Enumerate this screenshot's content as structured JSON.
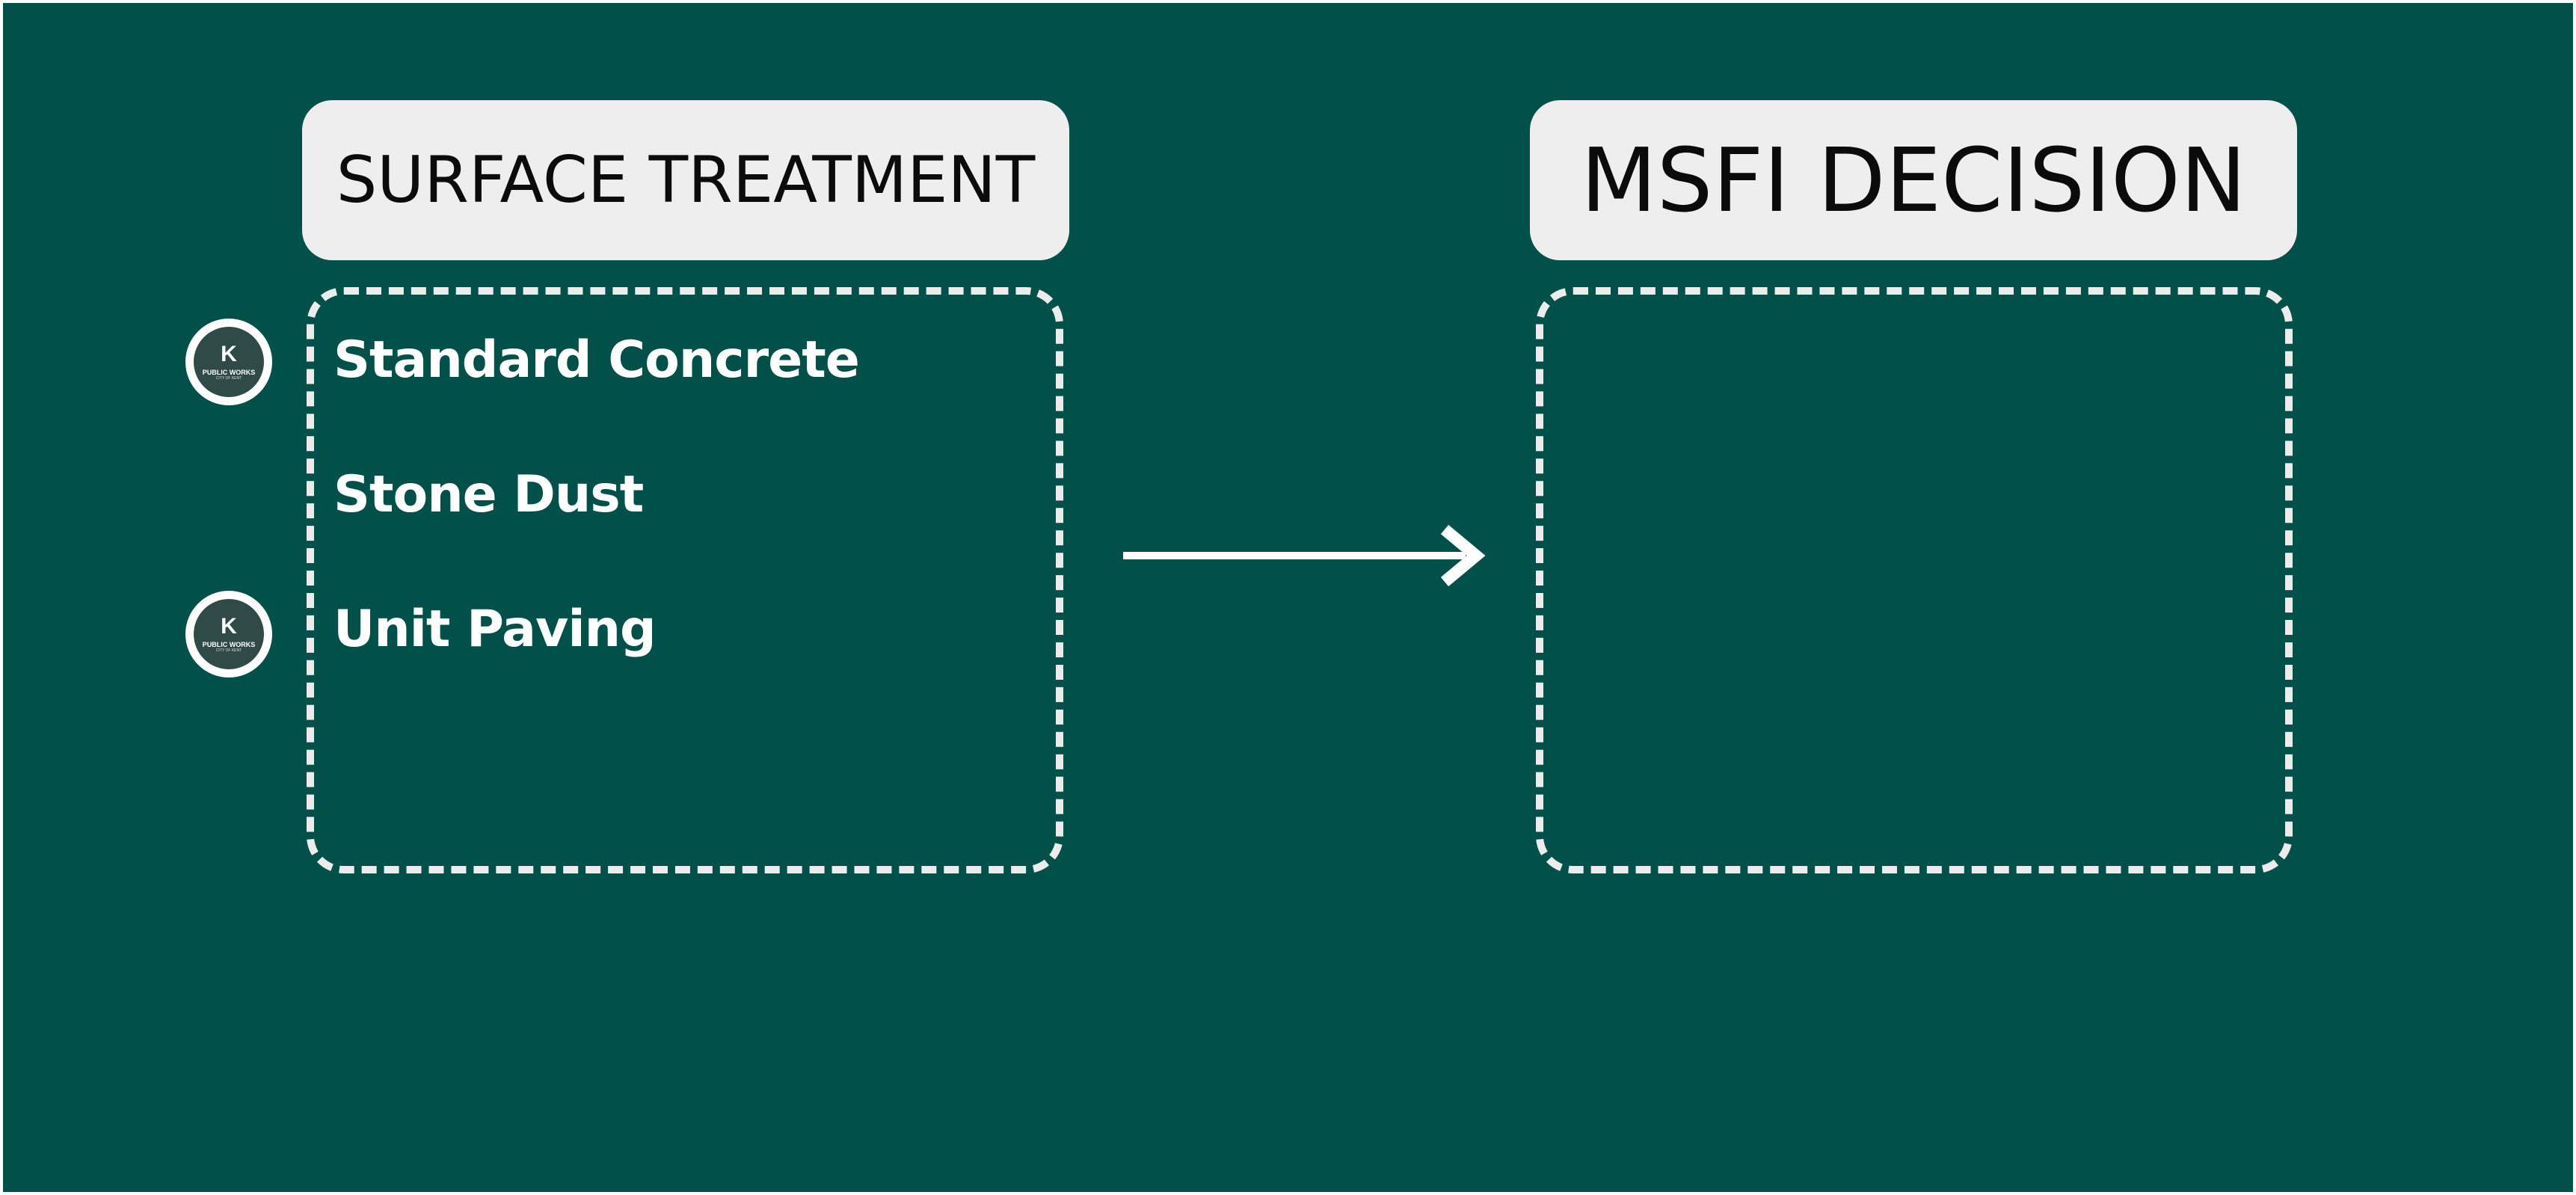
{
  "diagram": {
    "left_header": "SURFACE TREATMENT",
    "right_header": "MSFI DECISION",
    "surface_items": [
      {
        "label": "Standard Concrete",
        "has_badge": true
      },
      {
        "label": "Stone Dust",
        "has_badge": false
      },
      {
        "label": "Unit Paving",
        "has_badge": true
      }
    ],
    "badge": {
      "letter": "K",
      "text": "PUBLIC WORKS",
      "subtext": "CITY OF KENT"
    },
    "arrow_icon": "right-arrow-icon",
    "colors": {
      "background": "#02504a",
      "header_fill": "#efeeee",
      "dashed_border": "#ececec",
      "text_light": "#ffffff",
      "badge_fill": "#2f4a47"
    }
  }
}
